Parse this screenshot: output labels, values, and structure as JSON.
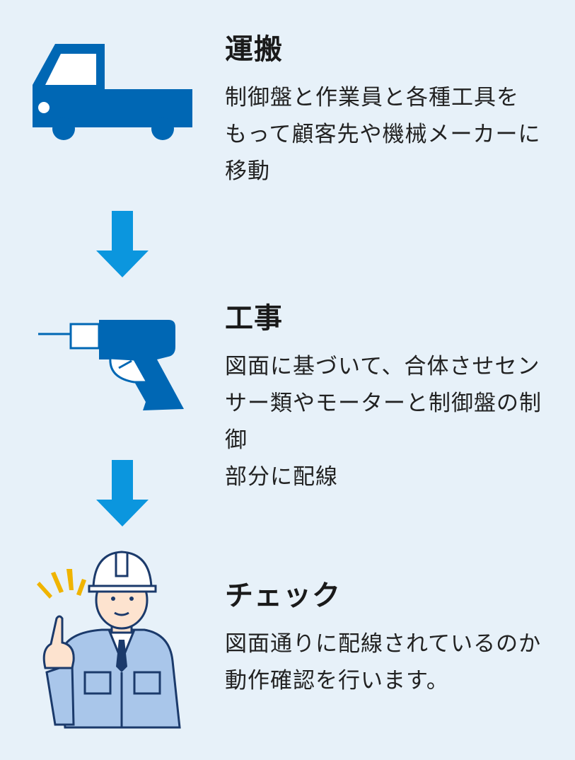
{
  "colors": {
    "background": "#e7f1f9",
    "icon_blue": "#0067b4",
    "arrow_blue": "#0b96de",
    "worker_uniform": "#a9c6ea",
    "accent_yellow": "#f0b400"
  },
  "steps": [
    {
      "title": "運搬",
      "icon": "truck-icon",
      "lines": [
        "制御盤と作業員と各種工具を",
        "もって顧客先や機械メーカーに",
        "移動"
      ]
    },
    {
      "title": "工事",
      "icon": "drill-icon",
      "lines": [
        "図面に基づいて、合体させセン",
        "サー類やモーターと制御盤の制御",
        "部分に配線"
      ]
    },
    {
      "title": "チェック",
      "icon": "worker-icon",
      "lines": [
        "図面通りに配線されているのか",
        "動作確認を行います。"
      ]
    }
  ]
}
